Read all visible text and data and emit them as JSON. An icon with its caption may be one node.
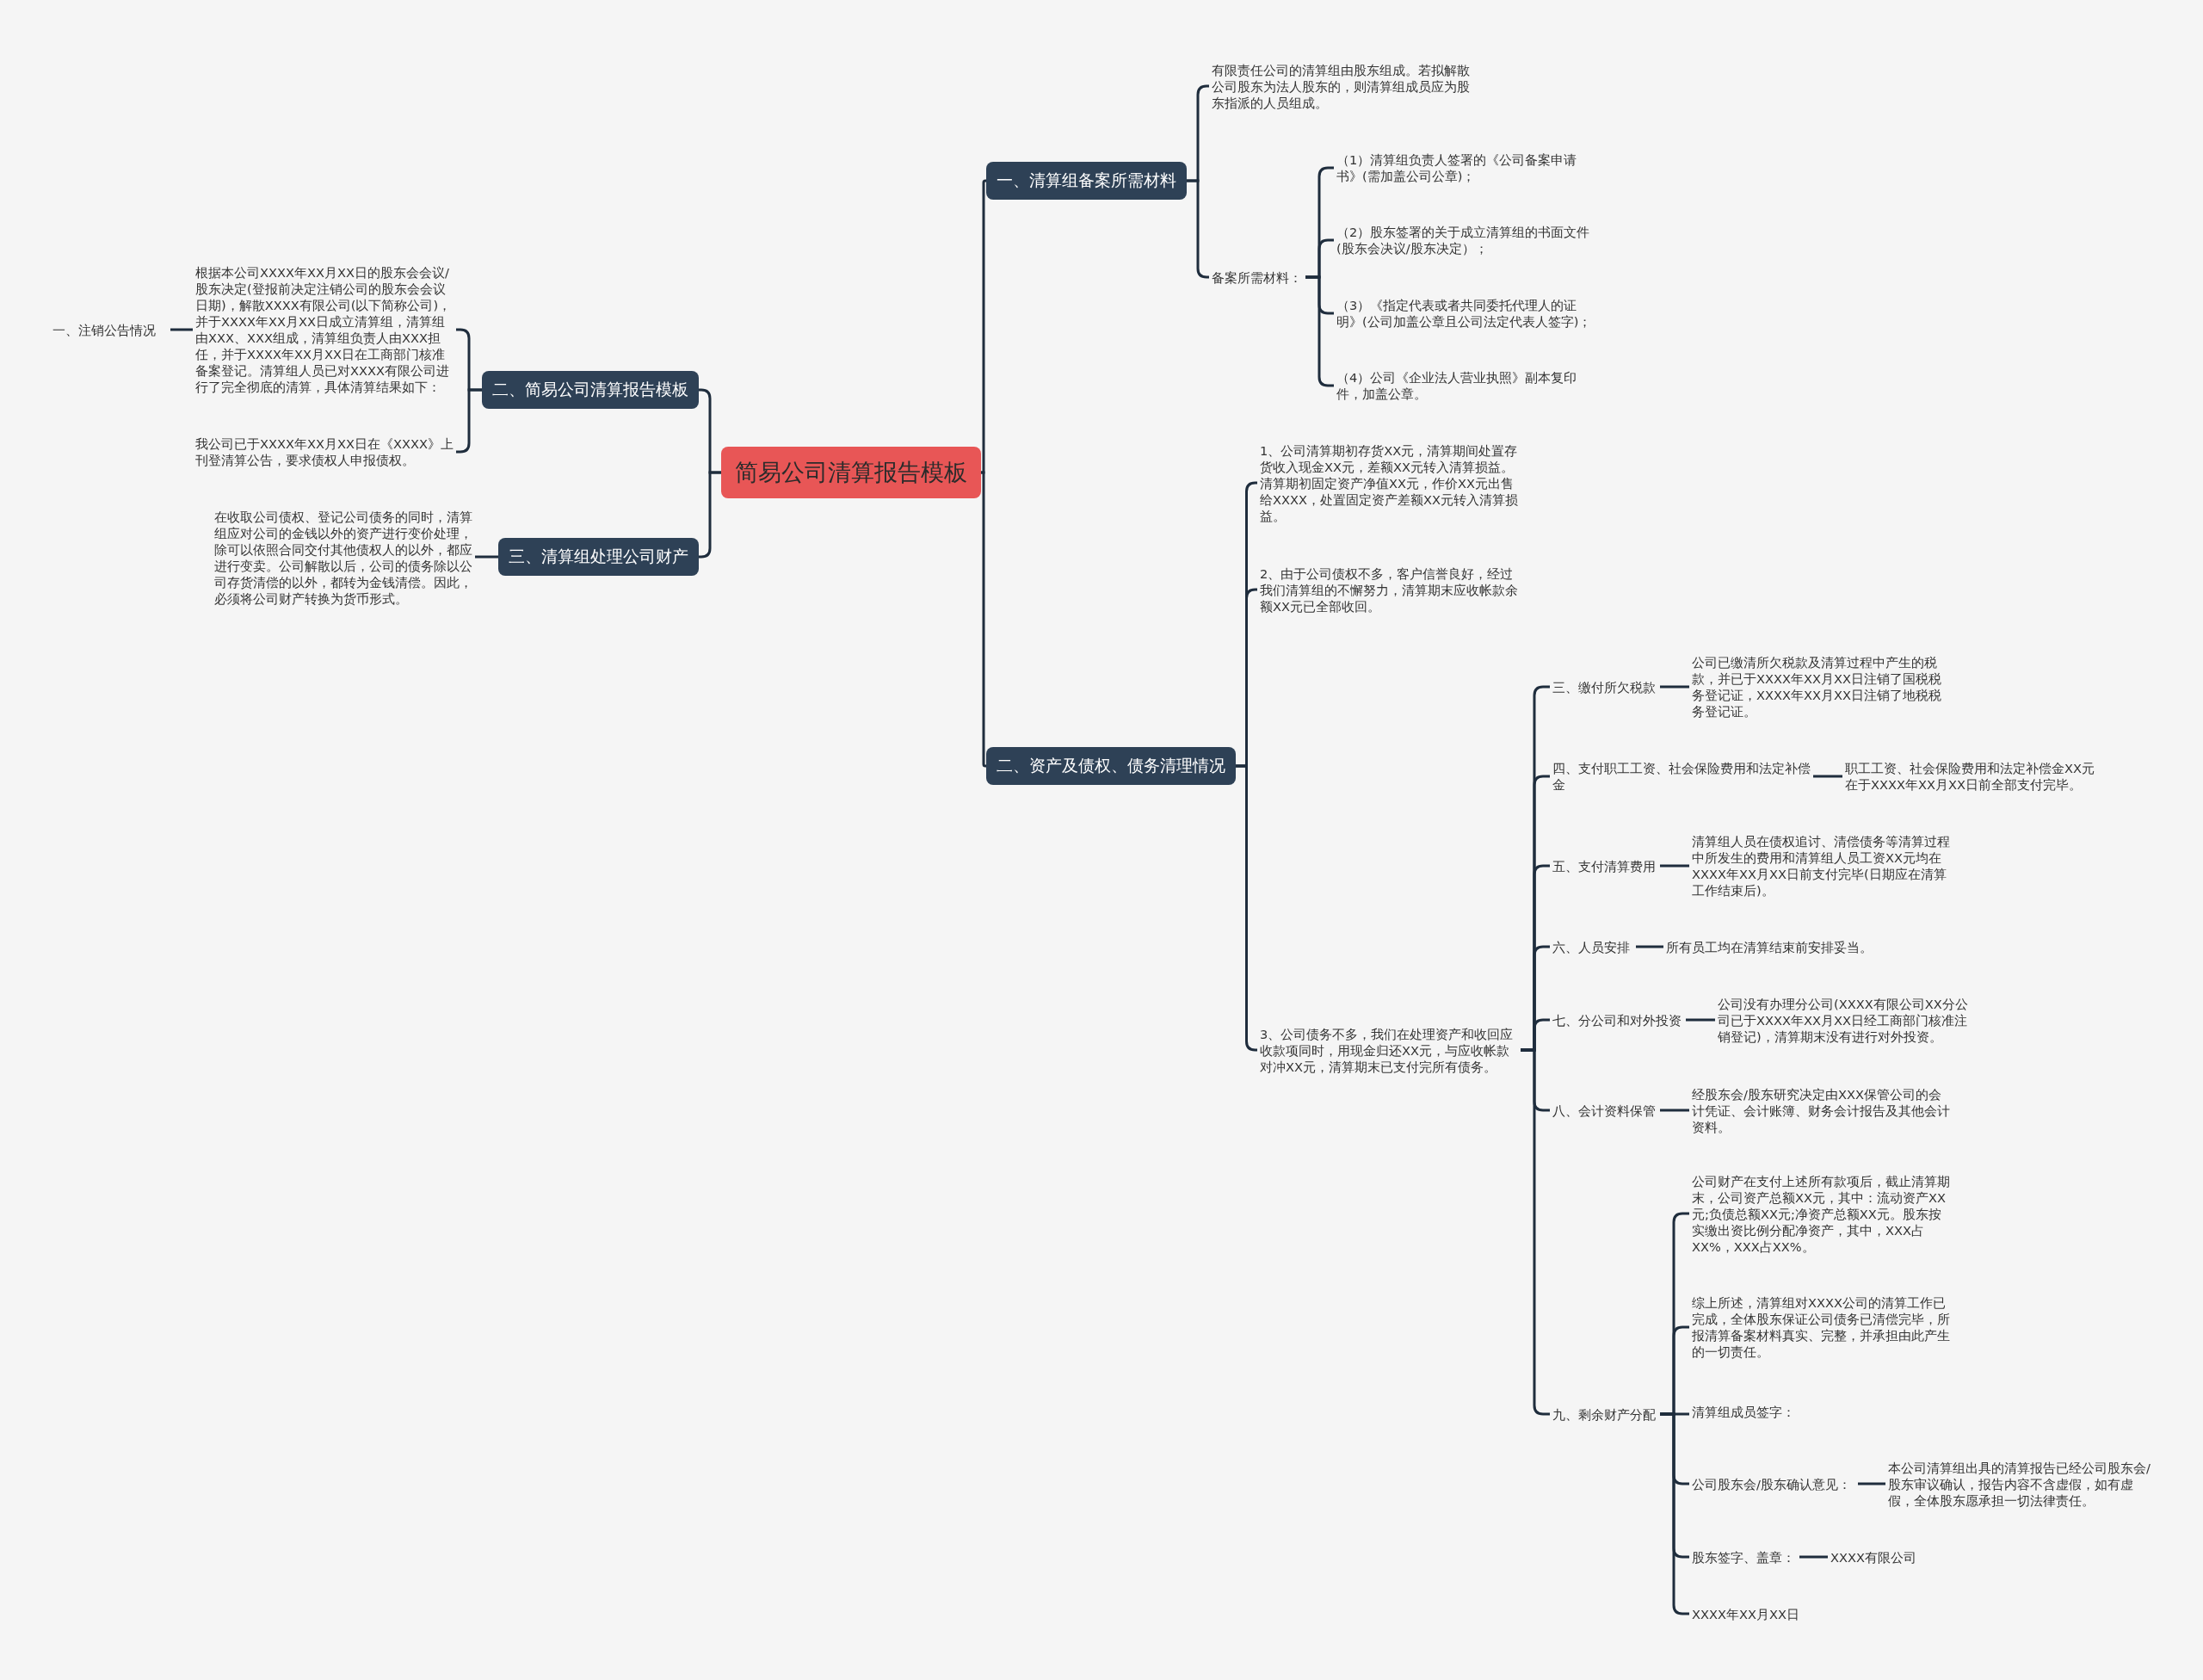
{
  "diagram": {
    "nodes": [
      {
        "text": [
          "简易公司清算报告模板"
        ]
      },
      {
        "text": [
          "二、简易公司清算报告模板"
        ]
      },
      {
        "text": [
          "一、注销公告情况"
        ]
      },
      {
        "text": [
          "根据本公司XXXX年XX月XX日的股东会会议/股东决定(登报前决定注销公司的股东会会议日期)，解散XXXX有限公司(以下简称公司)，并于XXXX年XX月XX日成立清算组，清算组由XXX、XXX组成，清算组负责人由XXX担任，并于XXXX年XX月XX日在工商部门核准备案登记。清算组人员已对XXXX有限公司进行了完全彻底的清算，具体清算结果如下："
        ]
      },
      {
        "text": [
          "我公司已于XXXX年XX月XX日在《XXXX》上刊登清算公告，要求债权人申报债权。"
        ]
      },
      {
        "text": [
          "三、清算组处理公司财产"
        ]
      },
      {
        "text": [
          "在收取公司债权、登记公司债务的同时，清算组应对公司的金钱以外的资产进行变价处理，除可以依照合同交付其他债权人的以外，都应进行变卖。公司解散以后，公司的债务除以公司存货清偿的以外，都转为金钱清偿。因此，必须将公司财产转换为货币形式。"
        ]
      },
      {
        "text": [
          "一、清算组备案所需材料"
        ]
      },
      {
        "text": [
          "有限责任公司的清算组由股东组成。若拟解散公司股东为法人股东的，则清算组成员应为股东指派的人员组成。"
        ]
      },
      {
        "text": [
          "备案所需材料："
        ]
      },
      {
        "text": [
          "（1）清算组负责人签署的《公司备案申请书》(需加盖公司公章)；"
        ]
      },
      {
        "text": [
          "（2）股东签署的关于成立清算组的书面文件(股东会决议/股东决定）；"
        ]
      },
      {
        "text": [
          "（3）《指定代表或者共同委托代理人的证明》(公司加盖公章且公司法定代表人签字)；"
        ]
      },
      {
        "text": [
          "（4）公司《企业法人营业执照》副本复印件，加盖公章。"
        ]
      },
      {
        "text": [
          "二、资产及债权、债务清理情况"
        ]
      },
      {
        "text": [
          "1、公司清算期初存货XX元，清算期间处置存货收入现金XX元，差额XX元转入清算损益。清算期初固定资产净值XX元，作价XX元出售给XXXX，处置固定资产差额XX元转入清算损益。"
        ]
      },
      {
        "text": [
          "2、由于公司债权不多，客户信誉良好，经过我们清算组的不懈努力，清算期末应收帐款余额XX元已全部收回。"
        ]
      },
      {
        "text": [
          "3、公司债务不多，我们在处理资产和收回应收款项同时，用现金归还XX元，与应收帐款对冲XX元，清算期末已支付完所有债务。"
        ]
      },
      {
        "text": [
          "三、缴付所欠税款"
        ]
      },
      {
        "text": [
          "公司已缴清所欠税款及清算过程中产生的税款，并已于XXXX年XX月XX日注销了国税税务登记证，XXXX年XX月XX日注销了地税税务登记证。"
        ]
      },
      {
        "text": [
          "四、支付职工工资、社会保险费用和法定补偿金"
        ]
      },
      {
        "text": [
          "职工工资、社会保险费用和法定补偿金XX元在于XXXX年XX月XX日前全部支付完毕。"
        ]
      },
      {
        "text": [
          "五、支付清算费用"
        ]
      },
      {
        "text": [
          "清算组人员在债权追讨、清偿债务等清算过程中所发生的费用和清算组人员工资XX元均在XXXX年XX月XX日前支付完毕(日期应在清算工作结束后)。"
        ]
      },
      {
        "text": [
          "六、人员安排"
        ]
      },
      {
        "text": [
          "所有员工均在清算结束前安排妥当。"
        ]
      },
      {
        "text": [
          "七、分公司和对外投资"
        ]
      },
      {
        "text": [
          "公司没有办理分公司(XXXX有限公司XX分公司已于XXXX年XX月XX日经工商部门核准注销登记)，清算期末没有进行对外投资。"
        ]
      },
      {
        "text": [
          "八、会计资料保管"
        ]
      },
      {
        "text": [
          "经股东会/股东研究决定由XXX保管公司的会计凭证、会计账簿、财务会计报告及其他会计资料。"
        ]
      },
      {
        "text": [
          "九、剩余财产分配"
        ]
      },
      {
        "text": [
          "公司财产在支付上述所有款项后，截止清算期末，公司资产总额XX元，其中：流动资产XX元;负债总额XX元;净资产总额XX元。股东按实缴出资比例分配净资产，其中，XXX占XX%，XXX占XX%。"
        ]
      },
      {
        "text": [
          "综上所述，清算组对XXXX公司的清算工作已完成，全体股东保证公司债务已清偿完毕，所报清算备案材料真实、完整，并承担由此产生的一切责任。"
        ]
      },
      {
        "text": [
          "清算组成员签字："
        ]
      },
      {
        "text": [
          "公司股东会/股东确认意见："
        ]
      },
      {
        "text": [
          "本公司清算组出具的清算报告已经公司股东会/股东审议确认，报告内容不含虚假，如有虚假，全体股东愿承担一切法律责任。"
        ]
      },
      {
        "text": [
          "股东签字、盖章："
        ]
      },
      {
        "text": [
          "XXXX有限公司"
        ]
      },
      {
        "text": [
          "XXXX年XX月XX日"
        ]
      }
    ],
    "edges": [
      {
        "from": 0,
        "to": 1,
        "arrow": "none"
      },
      {
        "from": 1,
        "to": 3,
        "arrow": "none"
      },
      {
        "from": 3,
        "to": 2,
        "arrow": "none"
      },
      {
        "from": 1,
        "to": 4,
        "arrow": "none"
      },
      {
        "from": 0,
        "to": 5,
        "arrow": "none"
      },
      {
        "from": 5,
        "to": 6,
        "arrow": "none"
      },
      {
        "from": 0,
        "to": 7,
        "arrow": "none"
      },
      {
        "from": 7,
        "to": 8,
        "arrow": "none"
      },
      {
        "from": 7,
        "to": 9,
        "arrow": "none"
      },
      {
        "from": 9,
        "to": 10,
        "arrow": "none"
      },
      {
        "from": 9,
        "to": 11,
        "arrow": "none"
      },
      {
        "from": 9,
        "to": 12,
        "arrow": "none"
      },
      {
        "from": 9,
        "to": 13,
        "arrow": "none"
      },
      {
        "from": 0,
        "to": 14,
        "arrow": "none"
      },
      {
        "from": 14,
        "to": 15,
        "arrow": "none"
      },
      {
        "from": 14,
        "to": 16,
        "arrow": "none"
      },
      {
        "from": 14,
        "to": 17,
        "arrow": "none"
      },
      {
        "from": 17,
        "to": 18,
        "arrow": "none"
      },
      {
        "from": 18,
        "to": 19,
        "arrow": "none"
      },
      {
        "from": 17,
        "to": 20,
        "arrow": "none"
      },
      {
        "from": 20,
        "to": 21,
        "arrow": "none"
      },
      {
        "from": 17,
        "to": 22,
        "arrow": "none"
      },
      {
        "from": 22,
        "to": 23,
        "arrow": "none"
      },
      {
        "from": 17,
        "to": 24,
        "arrow": "none"
      },
      {
        "from": 24,
        "to": 25,
        "arrow": "none"
      },
      {
        "from": 17,
        "to": 26,
        "arrow": "none"
      },
      {
        "from": 26,
        "to": 27,
        "arrow": "none"
      },
      {
        "from": 17,
        "to": 28,
        "arrow": "none"
      },
      {
        "from": 28,
        "to": 29,
        "arrow": "none"
      },
      {
        "from": 17,
        "to": 30,
        "arrow": "none"
      },
      {
        "from": 30,
        "to": 31,
        "arrow": "none"
      },
      {
        "from": 30,
        "to": 32,
        "arrow": "none"
      },
      {
        "from": 30,
        "to": 33,
        "arrow": "none"
      },
      {
        "from": 30,
        "to": 34,
        "arrow": "none"
      },
      {
        "from": 34,
        "to": 35,
        "arrow": "none"
      },
      {
        "from": 30,
        "to": 36,
        "arrow": "none"
      },
      {
        "from": 36,
        "to": 37,
        "arrow": "none"
      },
      {
        "from": 30,
        "to": 38,
        "arrow": "none"
      }
    ]
  }
}
